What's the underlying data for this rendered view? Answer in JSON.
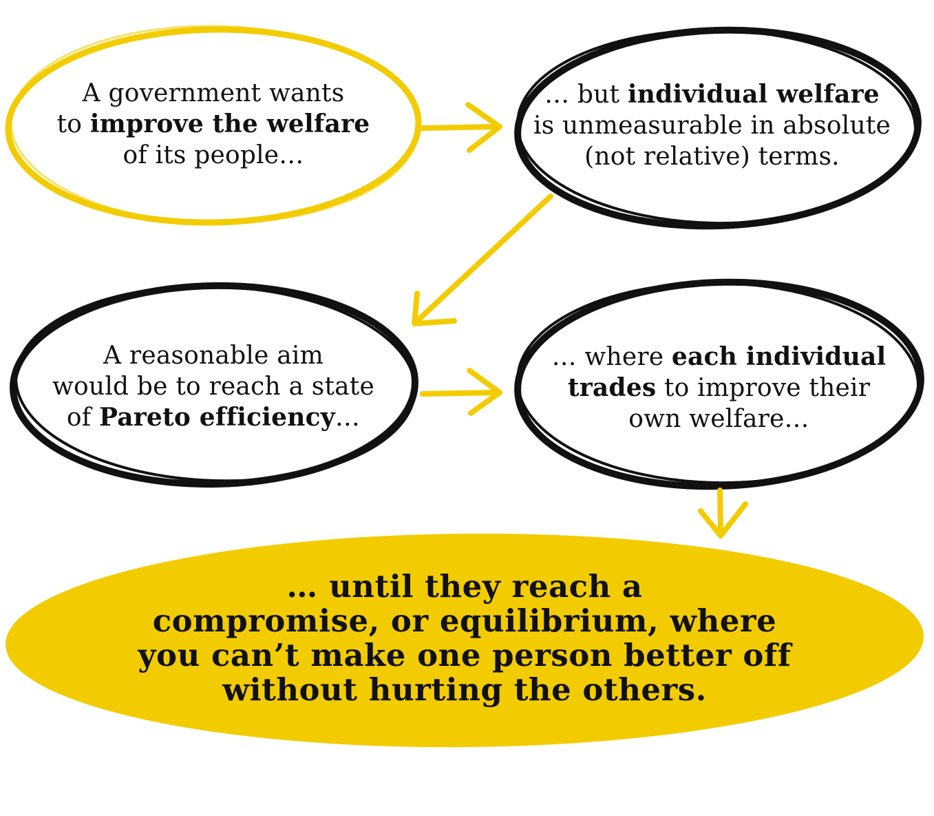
{
  "colors": {
    "yellow": "#f2cc00",
    "ink": "#111111",
    "background": "#ffffff"
  },
  "nodes": [
    {
      "id": "goal",
      "lines": [
        [
          {
            "text": "A government wants",
            "bold": false
          }
        ],
        [
          {
            "text": "to ",
            "bold": false
          },
          {
            "text": "improve the welfare",
            "bold": true
          }
        ],
        [
          {
            "text": "of its people…",
            "bold": false
          }
        ]
      ]
    },
    {
      "id": "problem",
      "lines": [
        [
          {
            "text": "… but ",
            "bold": false
          },
          {
            "text": "individual welfare",
            "bold": true
          }
        ],
        [
          {
            "text": "is unmeasurable in absolute",
            "bold": false
          }
        ],
        [
          {
            "text": "(not relative) terms.",
            "bold": false
          }
        ]
      ]
    },
    {
      "id": "aim",
      "lines": [
        [
          {
            "text": "A reasonable aim",
            "bold": false
          }
        ],
        [
          {
            "text": "would be to reach a state",
            "bold": false
          }
        ],
        [
          {
            "text": "of ",
            "bold": false
          },
          {
            "text": "Pareto efficiency",
            "bold": true
          },
          {
            "text": "…",
            "bold": false
          }
        ]
      ]
    },
    {
      "id": "trades",
      "lines": [
        [
          {
            "text": "… where ",
            "bold": false
          },
          {
            "text": "each individual",
            "bold": true
          }
        ],
        [
          {
            "text": "trades",
            "bold": true
          },
          {
            "text": " to improve their",
            "bold": false
          }
        ],
        [
          {
            "text": "own welfare…",
            "bold": false
          }
        ]
      ]
    },
    {
      "id": "equilibrium",
      "lines": [
        [
          {
            "text": "… until they reach a",
            "bold": true
          }
        ],
        [
          {
            "text": "compromise, or equilibrium, where",
            "bold": true
          }
        ],
        [
          {
            "text": "you can’t make one person better off",
            "bold": true
          }
        ],
        [
          {
            "text": "without hurting the others.",
            "bold": true
          }
        ]
      ]
    }
  ]
}
